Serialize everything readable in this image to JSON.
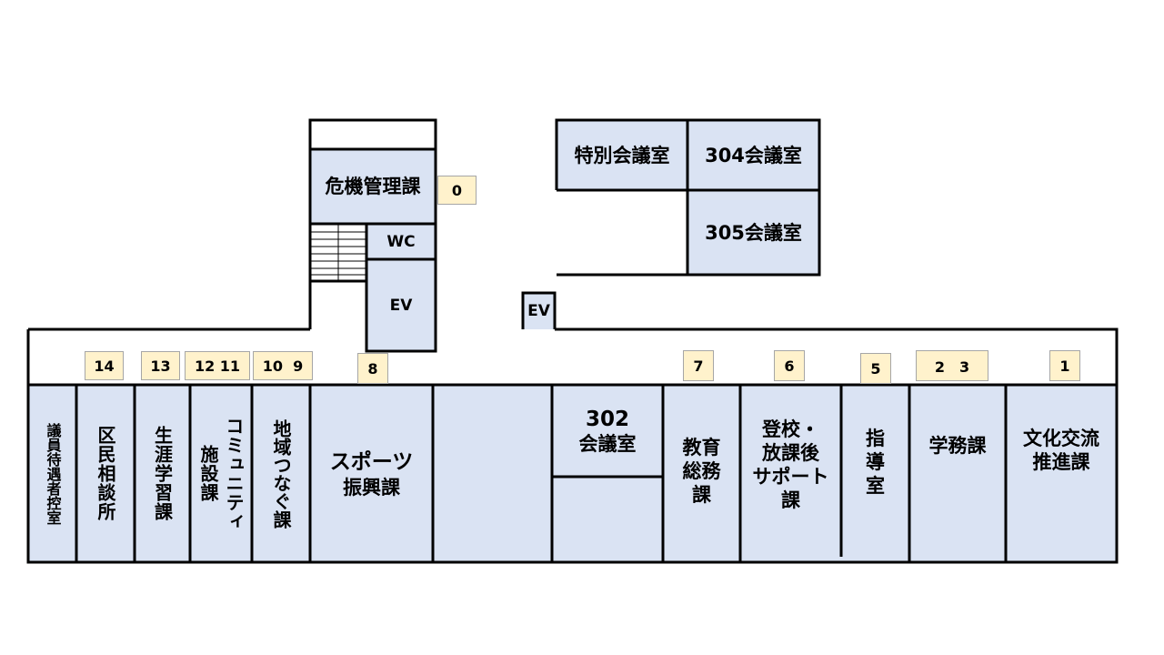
{
  "colors": {
    "room_fill": "#dae3f3",
    "outline": "#000000",
    "badge_fill": "#fff2cc",
    "badge_border": "#a6a6a6"
  },
  "rooms": {
    "kiki": "危機管理課",
    "wc": "WC",
    "ev1": "EV",
    "ev2": "EV",
    "tokubetsu": "特別会議室",
    "r304": "304会議室",
    "r305": "305会議室",
    "giin": "議員待遇者控室",
    "kumin": "区民相談所",
    "shogai": "生涯学習課",
    "community_1": "コミュニティ",
    "community_2": "施設課",
    "chiiki": "地域つなぐ課",
    "sports_1": "スポーツ",
    "sports_2": "振興課",
    "r302_1": "302",
    "r302_2": "会議室",
    "kyoiku_1": "教育",
    "kyoiku_2": "総務",
    "kyoiku_3": "課",
    "toko_1": "登校・",
    "toko_2": "放課後",
    "toko_3": "サポート",
    "toko_4": "課",
    "shido_1": "指",
    "shido_2": "導",
    "shido_3": "室",
    "gakumu": "学務課",
    "bunka_1": "文化交流",
    "bunka_2": "推進課"
  },
  "badges": {
    "b0": "0",
    "b14": "14",
    "b13": "13",
    "b1211": "12 11",
    "b109": "10  9",
    "b8": "8",
    "b7": "7",
    "b6": "6",
    "b5": "5",
    "b23": "2　3",
    "b1": "1"
  }
}
